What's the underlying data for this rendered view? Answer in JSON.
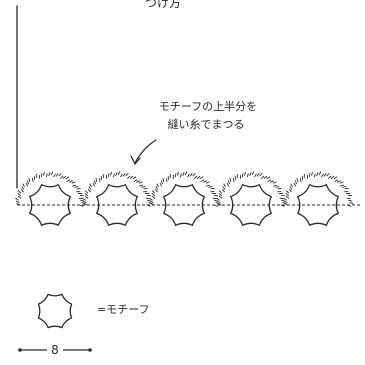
{
  "top_heading": "つけ方",
  "annotation": {
    "line1": "モチーフの上半分を",
    "line2": "縫い糸でまつる"
  },
  "legend": {
    "equals_label": "=モチーフ",
    "dimension_value": "8"
  },
  "motif_row": {
    "count": 5,
    "petals": 8
  }
}
